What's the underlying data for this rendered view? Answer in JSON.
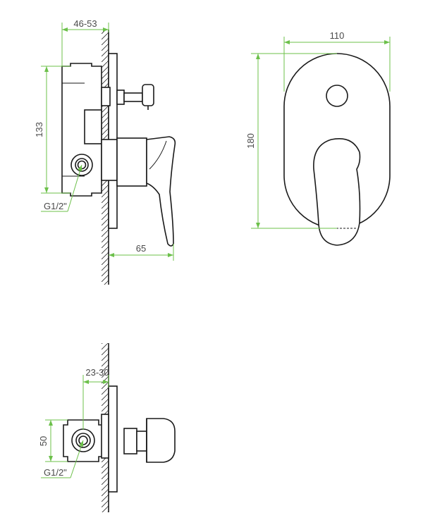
{
  "colors": {
    "dimension": "#6cc04a",
    "outline": "#1a1a1a",
    "text": "#4a4a4a"
  },
  "dimensions": {
    "side_depth": "46-53",
    "side_height": "133",
    "side_thread": "G1/2\"",
    "side_projection": "65",
    "front_width": "110",
    "front_height": "180",
    "bottom_depth": "23-30",
    "bottom_height": "50",
    "bottom_thread": "G1/2\""
  }
}
